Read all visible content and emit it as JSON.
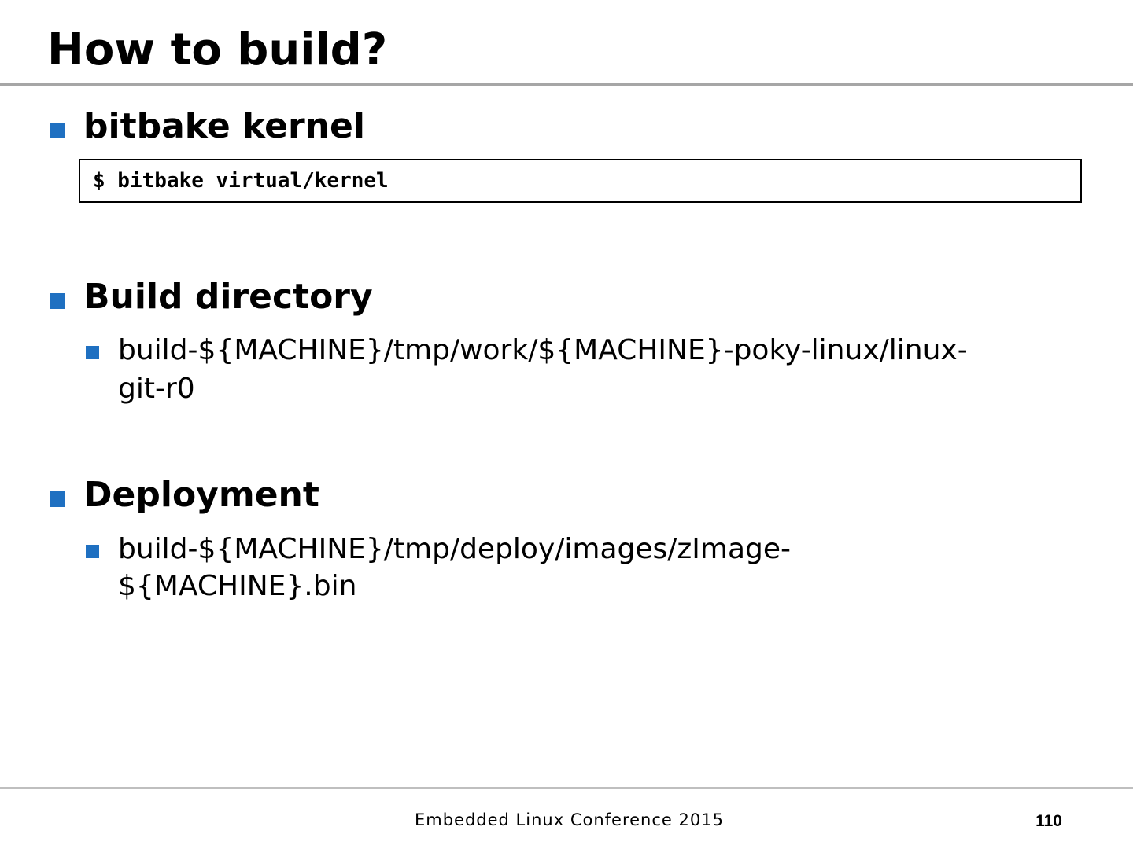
{
  "slide": {
    "title": "How to build?",
    "accent_color": "#1f70c1"
  },
  "sections": [
    {
      "heading": "bitbake kernel",
      "code": "$ bitbake virtual/kernel"
    },
    {
      "heading": "Build directory",
      "items": [
        {
          "line1": "build-${MACHINE}/tmp/work/${MACHINE}-poky-linux/linux-",
          "line2": "git-r0"
        }
      ]
    },
    {
      "heading": "Deployment",
      "items": [
        {
          "line1": "build-${MACHINE}/tmp/deploy/images/zImage-",
          "line2": "${MACHINE}.bin"
        }
      ]
    }
  ],
  "footer": {
    "conference": "Embedded Linux Conference 2015",
    "page_number": "110"
  }
}
